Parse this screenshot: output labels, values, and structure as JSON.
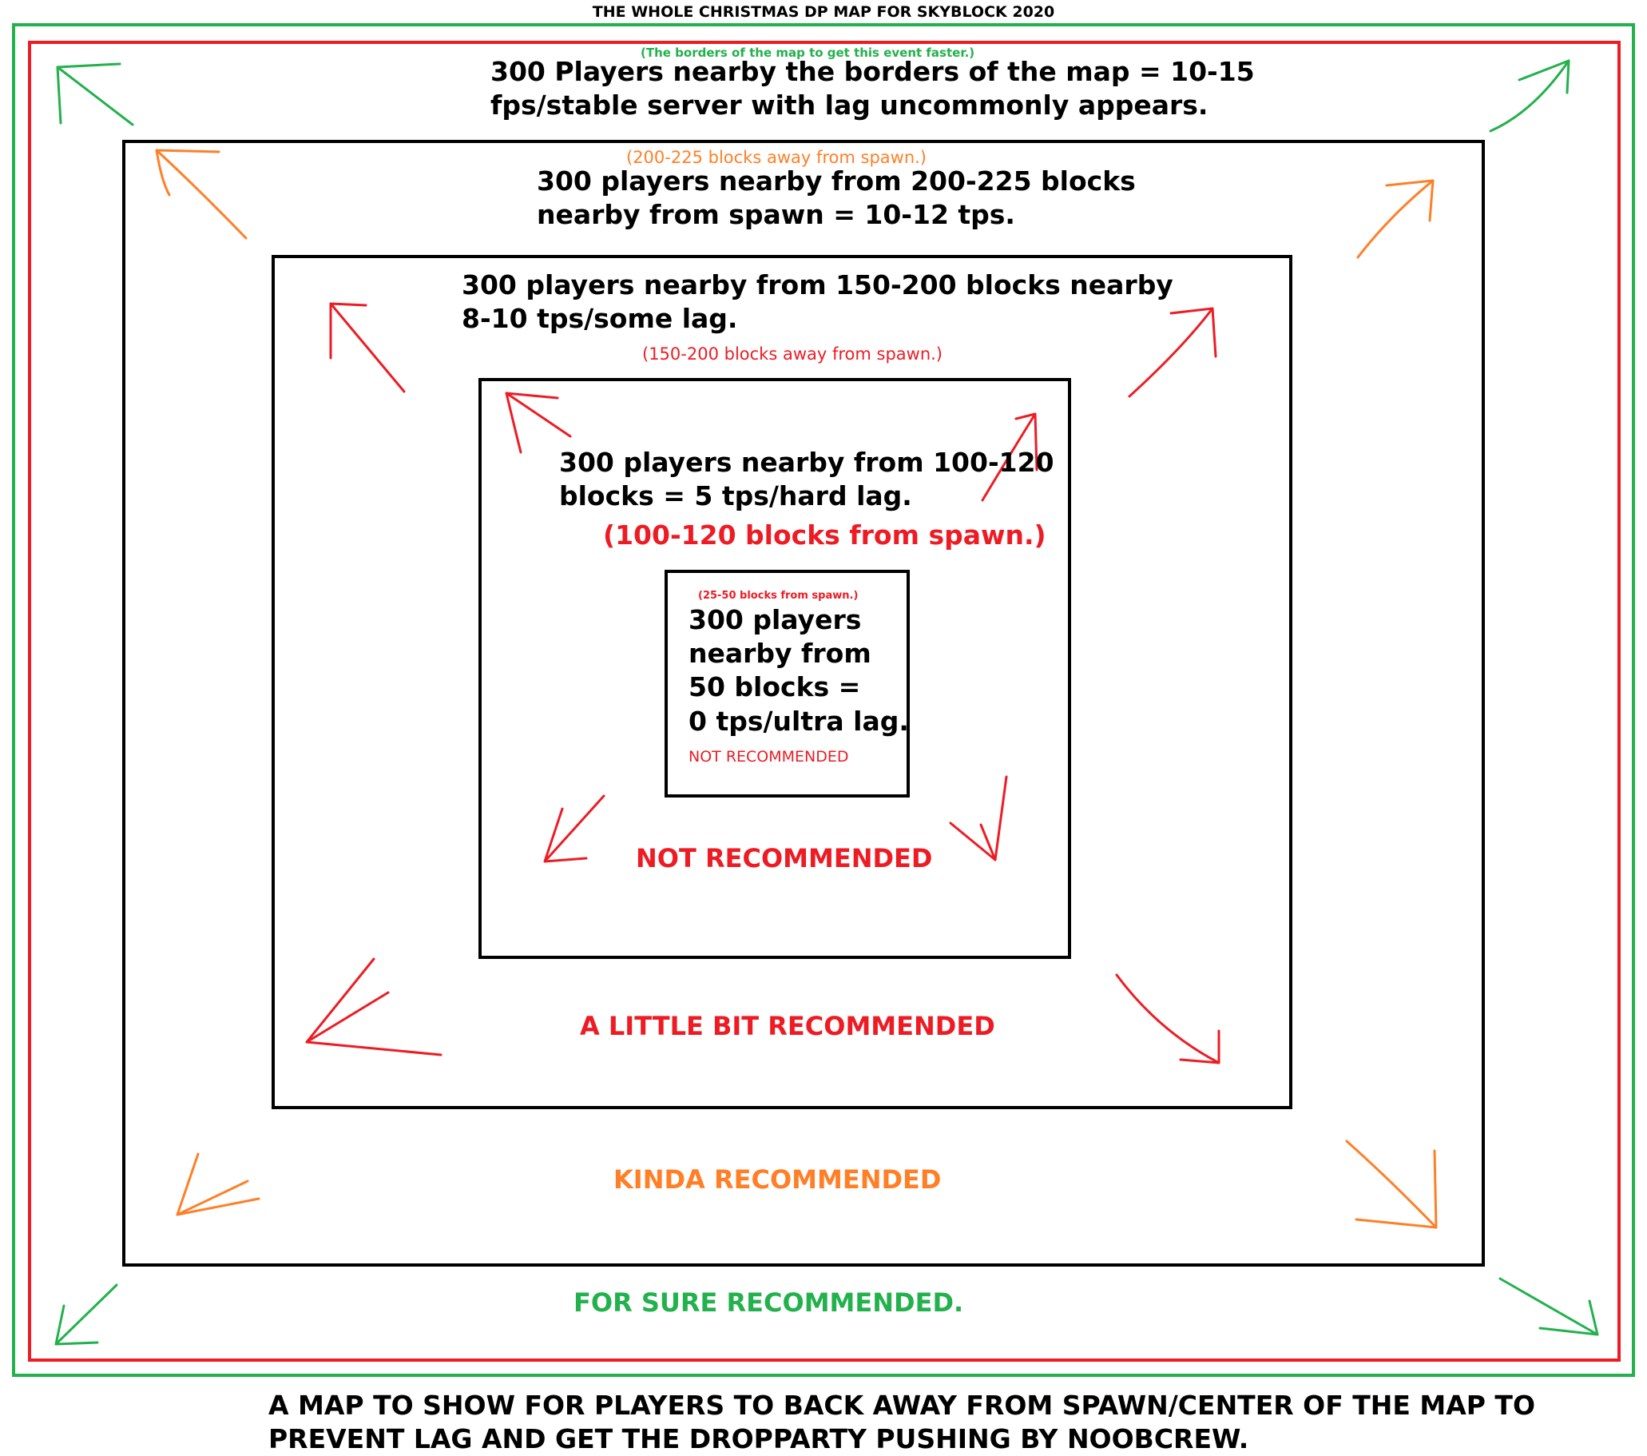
{
  "title": "THE WHOLE CHRISTMAS DP MAP FOR SKYBLOCK 2020",
  "colors": {
    "green": "#22b14c",
    "red": "#ed1c24",
    "orange": "#ff7f27",
    "black": "#000000"
  },
  "zones": {
    "border": {
      "note": "(The borders of the map to get this event faster.)",
      "text": "300 Players nearby the borders of the map = 10-15\nfps/stable server with lag uncommonly appears.",
      "verdict": "FOR SURE RECOMMENDED."
    },
    "ring_200_225": {
      "note": "(200-225 blocks away from spawn.)",
      "text": "300 players nearby from 200-225 blocks\nnearby from spawn = 10-12 tps.",
      "verdict": "KINDA RECOMMENDED"
    },
    "ring_150_200": {
      "text": "300 players nearby from 150-200 blocks nearby\n8-10 tps/some lag.",
      "note": "(150-200 blocks away from spawn.)",
      "verdict": "A LITTLE BIT RECOMMENDED"
    },
    "ring_100_120": {
      "text": "300 players nearby from 100-120\nblocks = 5 tps/hard lag.",
      "note": "(100-120 blocks from spawn.)",
      "verdict": "NOT RECOMMENDED"
    },
    "center": {
      "note": "(25-50 blocks from spawn.)",
      "text": "300 players\nnearby from\n50 blocks =\n0 tps/ultra lag.",
      "verdict": "NOT RECOMMENDED"
    }
  },
  "caption": "A MAP TO SHOW FOR PLAYERS TO BACK AWAY FROM SPAWN/CENTER OF THE MAP TO\nPREVENT LAG AND GET THE DROPPARTY PUSHING BY NOOBCREW."
}
